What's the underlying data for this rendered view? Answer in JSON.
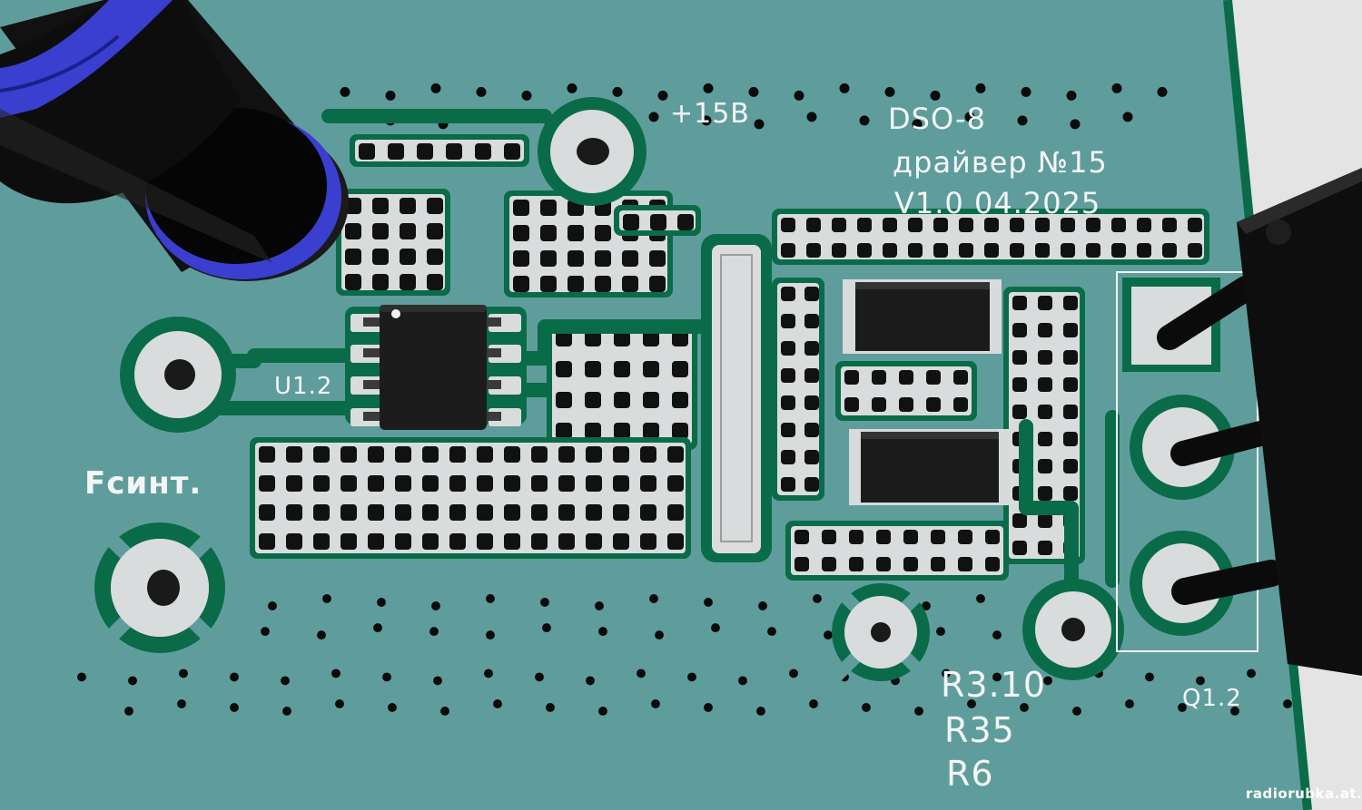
{
  "silkscreen": {
    "power_label": "+15В",
    "model": "DSO-8",
    "driver": "драйвер №15",
    "version": "V1.0  04.2025",
    "ic_ref": "U1.2",
    "signal_label": "Fсинт.",
    "res_line1": "R3.10",
    "res_line2": "R35",
    "res_line3": "R6",
    "transistor_ref": "Q1.2"
  },
  "watermark": "radiorubka.at.ua",
  "colors": {
    "board": "#5f9d9c",
    "copper_outline": "#0a6b48",
    "pad": "#d9dcdc",
    "component_body": "#1b1b1b",
    "capacitor_sleeve": "#3a3fd0"
  }
}
